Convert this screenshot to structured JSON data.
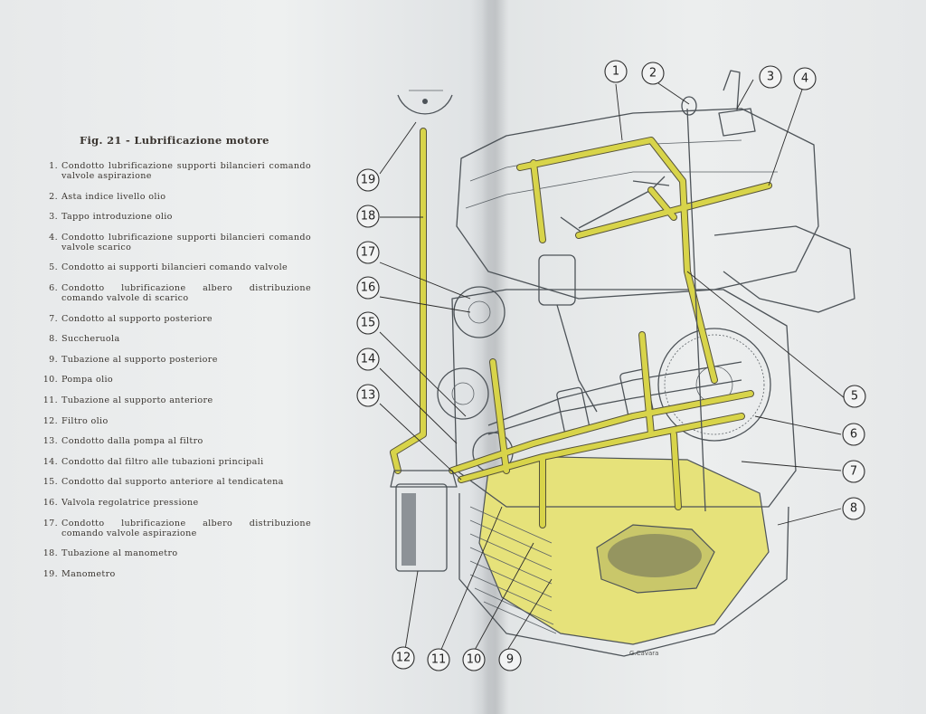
{
  "figure": {
    "title": "Fig. 21 - Lubrificazione motore",
    "legend": [
      {
        "num": "1.",
        "text": "Condotto lubrificazione supporti bilancieri comando valvole aspirazione"
      },
      {
        "num": "2.",
        "text": "Asta indice livello olio"
      },
      {
        "num": "3.",
        "text": "Tappo introduzione olio"
      },
      {
        "num": "4.",
        "text": "Condotto lubrificazione supporti bilancieri comando valvole scarico"
      },
      {
        "num": "5.",
        "text": "Condotto ai supporti bilancieri comando valvole"
      },
      {
        "num": "6.",
        "text": "Condotto lubrificazione albero distribuzione comando valvole di scarico"
      },
      {
        "num": "7.",
        "text": "Condotto al supporto posteriore"
      },
      {
        "num": "8.",
        "text": "Succheruola"
      },
      {
        "num": "9.",
        "text": "Tubazione al supporto posteriore"
      },
      {
        "num": "10.",
        "text": "Pompa olio"
      },
      {
        "num": "11.",
        "text": "Tubazione al supporto anteriore"
      },
      {
        "num": "12.",
        "text": "Filtro olio"
      },
      {
        "num": "13.",
        "text": "Condotto dalla pompa al filtro"
      },
      {
        "num": "14.",
        "text": "Condotto dal filtro alle tubazioni principali"
      },
      {
        "num": "15.",
        "text": "Condotto dal supporto anteriore al tendicatena"
      },
      {
        "num": "16.",
        "text": "Valvola regolatrice pressione"
      },
      {
        "num": "17.",
        "text": "Condotto lubrificazione albero distribuzione comando valvole aspirazione"
      },
      {
        "num": "18.",
        "text": "Tubazione al manometro"
      },
      {
        "num": "19.",
        "text": "Manometro"
      }
    ],
    "callouts": [
      "1",
      "2",
      "3",
      "4",
      "5",
      "6",
      "7",
      "8",
      "9",
      "10",
      "11",
      "12",
      "13",
      "14",
      "15",
      "16",
      "17",
      "18",
      "19"
    ],
    "signature": "G.Cavara"
  },
  "colors": {
    "paper": "#e9ebec",
    "oil_highlight": "#d8d44a",
    "sump_fill": "#e6e27a",
    "ink": "#4d5358"
  }
}
